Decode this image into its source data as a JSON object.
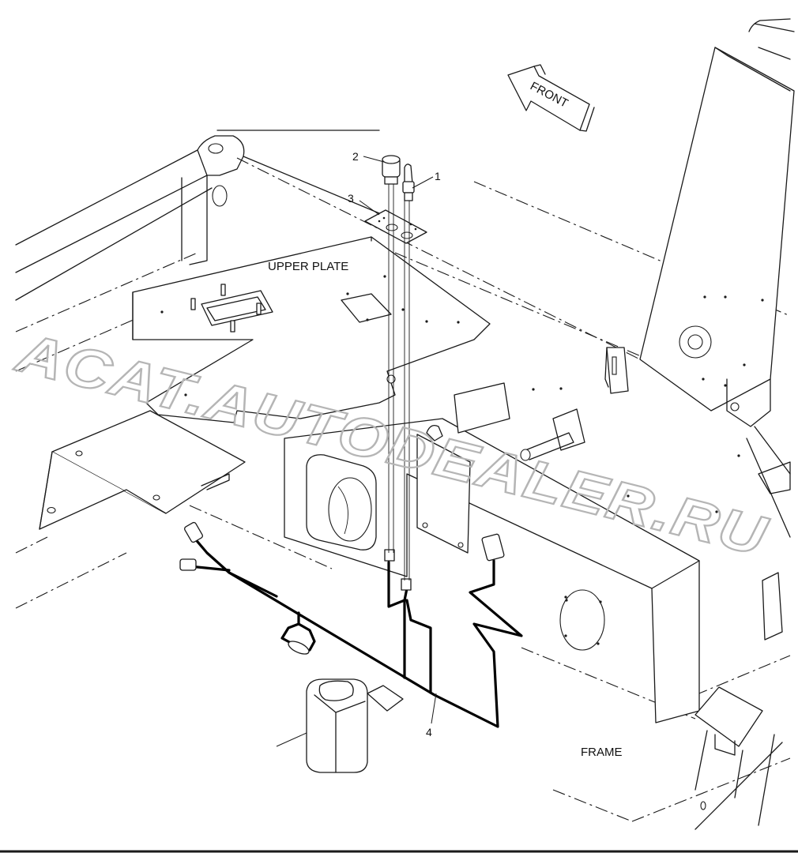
{
  "labels": {
    "front": "FRONT",
    "upper_plate": "UPPER PLATE",
    "frame": "FRAME"
  },
  "callouts": {
    "item1": "1",
    "item2": "2",
    "item3": "3",
    "item4": "4"
  },
  "watermark": "ACAT.AUTODEALER.RU",
  "colors": {
    "line": "#1a1a1a",
    "wire": "#000000",
    "watermark": "#b5b5b5"
  }
}
